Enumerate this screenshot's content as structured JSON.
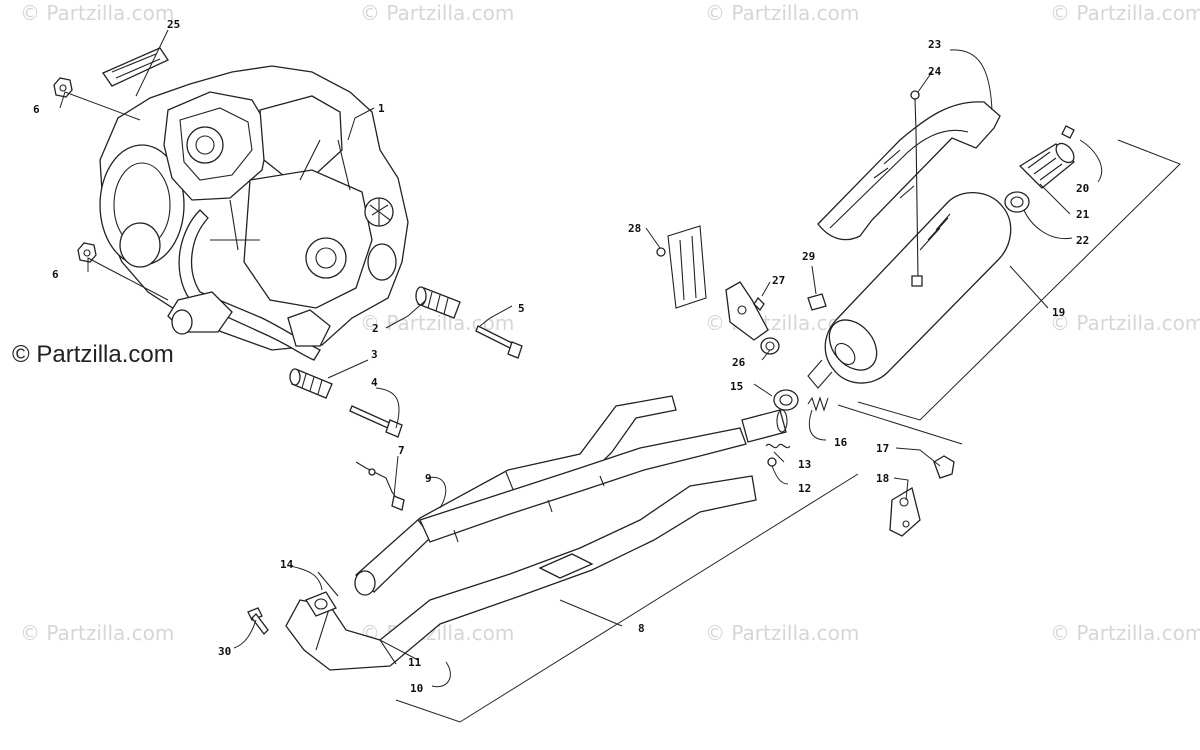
{
  "brand": {
    "text": "© Partzilla.com"
  },
  "watermark": {
    "text": "© Partzilla.com"
  },
  "callouts": {
    "c1": "1",
    "c2": "2",
    "c3": "3",
    "c4": "4",
    "c5": "5",
    "c6a": "6",
    "c6b": "6",
    "c7": "7",
    "c8": "8",
    "c9": "9",
    "c10": "10",
    "c11": "11",
    "c12": "12",
    "c13": "13",
    "c14": "14",
    "c15": "15",
    "c16": "16",
    "c17": "17",
    "c18": "18",
    "c19": "19",
    "c20": "20",
    "c21": "21",
    "c22": "22",
    "c23": "23",
    "c24": "24",
    "c25": "25",
    "c26": "26",
    "c27": "27",
    "c28": "28",
    "c29": "29",
    "c30": "30"
  }
}
